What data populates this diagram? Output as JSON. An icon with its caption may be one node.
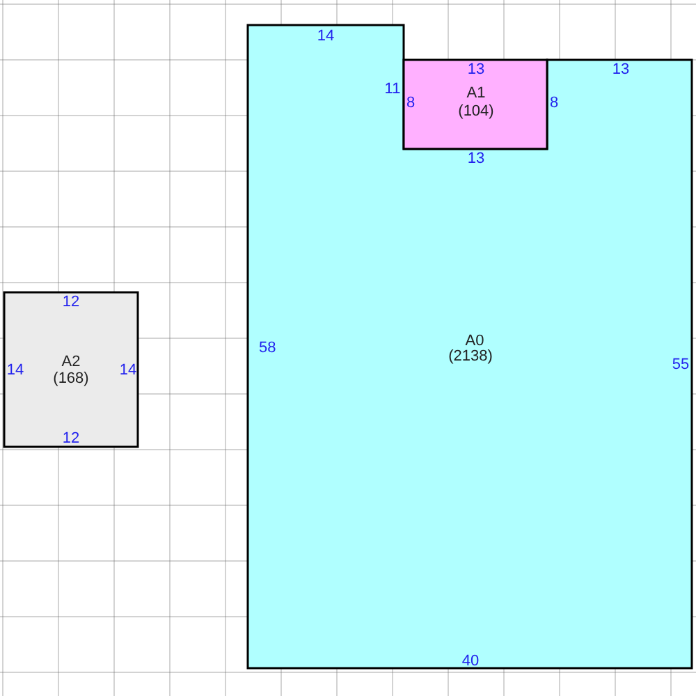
{
  "diagram": {
    "nodes": [
      {
        "text": [
          "14",
          "13",
          "11",
          "8",
          "13",
          "58",
          "A0",
          "(2138)",
          "55",
          "40"
        ]
      },
      {
        "text": [
          "13",
          "8",
          "A1",
          "(104)"
        ]
      },
      {
        "text": [
          "12",
          "14",
          "A2",
          "(168)",
          "14",
          "12"
        ]
      }
    ]
  }
}
